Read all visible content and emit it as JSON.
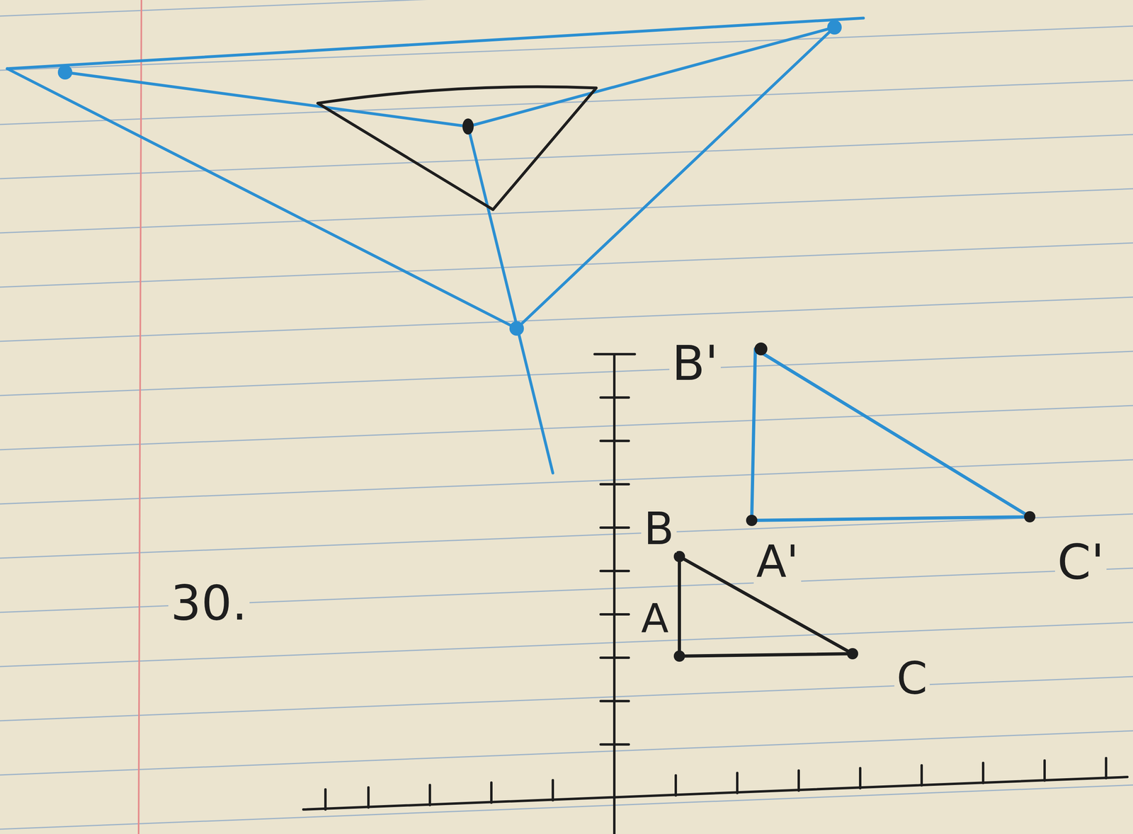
{
  "diagram": {
    "labels": [
      "30.",
      "B'",
      "B",
      "A'",
      "A",
      "C",
      "C'"
    ]
  }
}
